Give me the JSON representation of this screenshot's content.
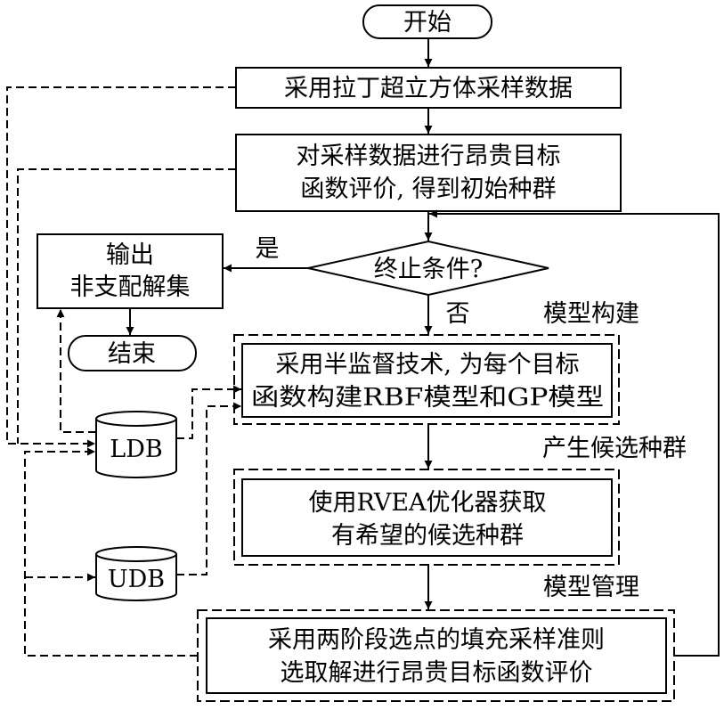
{
  "flow": {
    "start": "开始",
    "lhs_sampling": "采用拉丁超立方体采样数据",
    "eval_line1": "对采样数据进行昂贵目标",
    "eval_line2": "函数评价, 得到初始种群",
    "termination": "终止条件?",
    "yes": "是",
    "no": "否",
    "output_line1": "输出",
    "output_line2": "非支配解集",
    "end": "结束",
    "stage_model_build": "模型构建",
    "model_line1": "采用半监督技术, 为每个目标",
    "model_line2": "函数构建RBF模型和GP模型",
    "stage_candidates": "产生候选种群",
    "rvea_line1": "使用RVEA优化器获取",
    "rvea_line2": "有希望的候选种群",
    "stage_management": "模型管理",
    "infill_line1": "采用两阶段选点的填充采样准则",
    "infill_line2": "选取解进行昂贵目标函数评价",
    "ldb": "LDB",
    "udb": "UDB"
  }
}
